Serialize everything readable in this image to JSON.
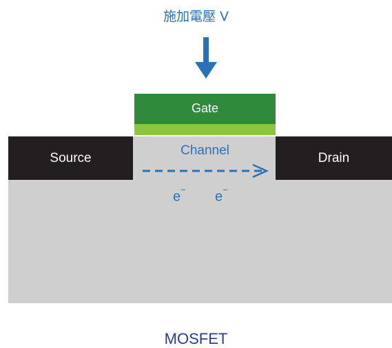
{
  "voltage_label": "施加電壓 V",
  "gate_label": "Gate",
  "source_label": "Source",
  "drain_label": "Drain",
  "channel_label": "Channel",
  "electron_symbol": "e",
  "electron_charge": "−",
  "title": "MOSFET",
  "colors": {
    "gate": "#2f8a3c",
    "oxide": "#8cc63f",
    "source_drain": "#231f20",
    "substrate": "#cfcfcf",
    "label_blue": "#2a72b8",
    "title_navy": "#2a3f8c"
  }
}
